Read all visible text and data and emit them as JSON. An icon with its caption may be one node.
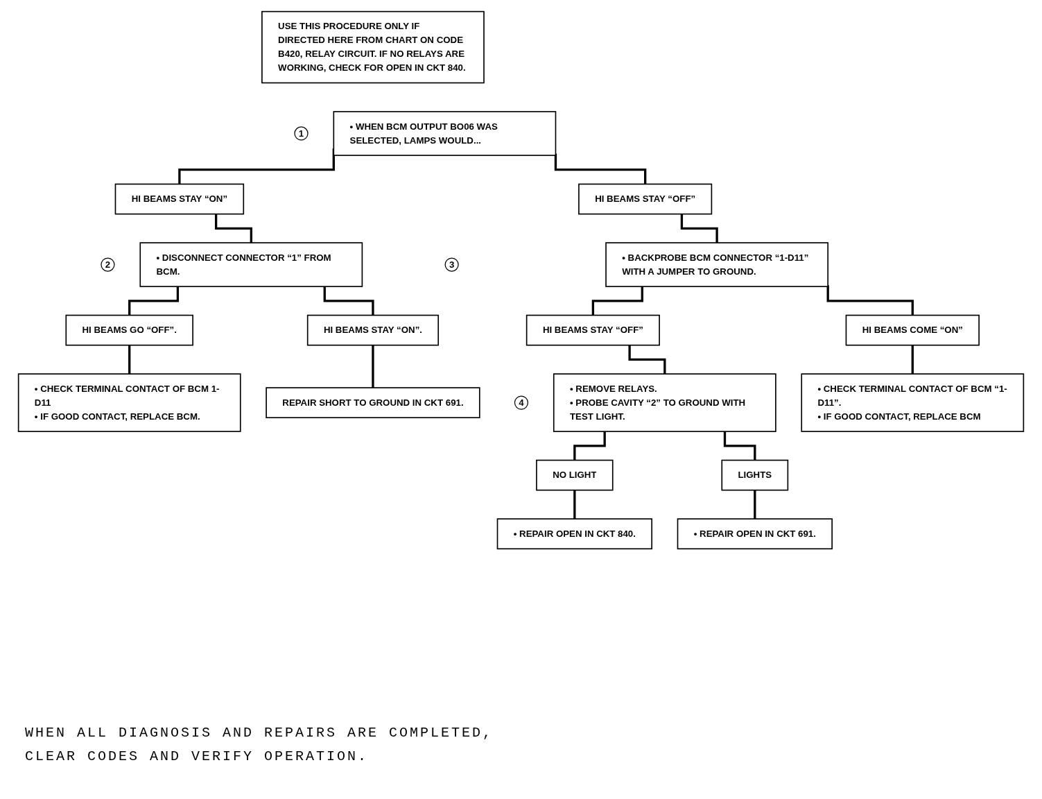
{
  "diagram": {
    "nodes": [
      {
        "text": [
          "USE THIS PROCEDURE ONLY IF DIRECTED HERE FROM CHART ON CODE B420, RELAY CIRCUIT. IF NO RELAYS ARE WORKING, CHECK FOR OPEN IN CKT 840."
        ]
      },
      {
        "text": [
          "1"
        ]
      },
      {
        "text": [
          "• WHEN BCM OUTPUT BO06 WAS SELECTED, LAMPS WOULD..."
        ]
      },
      {
        "text": [
          "HI BEAMS STAY “ON”"
        ]
      },
      {
        "text": [
          "HI BEAMS STAY “OFF”"
        ]
      },
      {
        "text": [
          "2"
        ]
      },
      {
        "text": [
          "• DISCONNECT CONNECTOR “1” FROM BCM."
        ]
      },
      {
        "text": [
          "3"
        ]
      },
      {
        "text": [
          "• BACKPROBE BCM CONNECTOR “1-D11” WITH A JUMPER TO GROUND."
        ]
      },
      {
        "text": [
          "HI BEAMS GO “OFF”."
        ]
      },
      {
        "text": [
          "HI BEAMS STAY “ON”."
        ]
      },
      {
        "text": [
          "HI BEAMS STAY “OFF”"
        ]
      },
      {
        "text": [
          "HI BEAMS COME “ON”"
        ]
      },
      {
        "text": [
          "• CHECK TERMINAL CONTACT OF BCM 1-D11",
          "• IF GOOD CONTACT, REPLACE BCM."
        ]
      },
      {
        "text": [
          "REPAIR SHORT TO GROUND IN CKT 691."
        ]
      },
      {
        "text": [
          "4"
        ]
      },
      {
        "text": [
          "• REMOVE RELAYS.",
          "• PROBE CAVITY “2” TO GROUND WITH TEST LIGHT."
        ]
      },
      {
        "text": [
          "• CHECK TERMINAL CONTACT OF BCM “1-D11”.",
          "• IF GOOD CONTACT, REPLACE BCM"
        ]
      },
      {
        "text": [
          "NO LIGHT"
        ]
      },
      {
        "text": [
          "LIGHTS"
        ]
      },
      {
        "text": [
          "• REPAIR OPEN IN CKT 840."
        ]
      },
      {
        "text": [
          "• REPAIR OPEN IN CKT 691."
        ]
      }
    ],
    "edges": [
      {
        "from": 2,
        "to": 3,
        "arrow": "none"
      },
      {
        "from": 2,
        "to": 4,
        "arrow": "none"
      },
      {
        "from": 3,
        "to": 6,
        "arrow": "none"
      },
      {
        "from": 4,
        "to": 8,
        "arrow": "none"
      },
      {
        "from": 6,
        "to": 9,
        "arrow": "none"
      },
      {
        "from": 6,
        "to": 10,
        "arrow": "none"
      },
      {
        "from": 8,
        "to": 11,
        "arrow": "none"
      },
      {
        "from": 8,
        "to": 12,
        "arrow": "none"
      },
      {
        "from": 9,
        "to": 13,
        "arrow": "none"
      },
      {
        "from": 10,
        "to": 14,
        "arrow": "none"
      },
      {
        "from": 11,
        "to": 16,
        "arrow": "none"
      },
      {
        "from": 12,
        "to": 17,
        "arrow": "none"
      },
      {
        "from": 16,
        "to": 18,
        "arrow": "none"
      },
      {
        "from": 16,
        "to": 19,
        "arrow": "none"
      },
      {
        "from": 18,
        "to": 20,
        "arrow": "none"
      },
      {
        "from": 19,
        "to": 21,
        "arrow": "none"
      }
    ],
    "labels": [
      "WHEN ALL DIAGNOSIS AND REPAIRS ARE COMPLETED, CLEAR CODES AND VERIFY OPERATION."
    ]
  }
}
